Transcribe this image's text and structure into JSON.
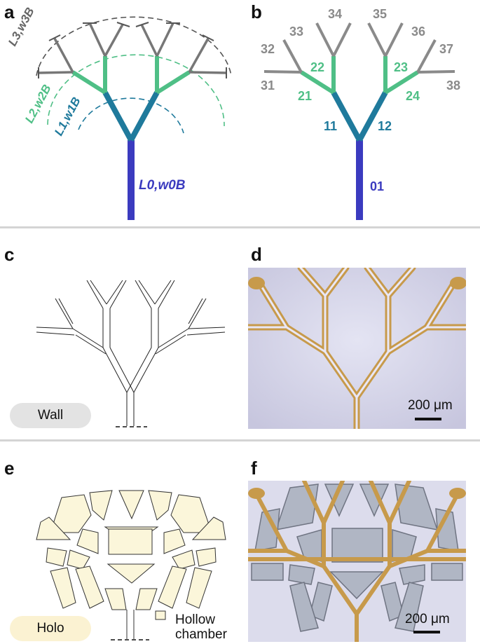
{
  "panels": {
    "a": "a",
    "b": "b",
    "c": "c",
    "d": "d",
    "e": "e",
    "f": "f"
  },
  "panel_a": {
    "labels": {
      "gen0": "L0,w0B",
      "gen1": "L1,w1B",
      "gen2": "L2,w2B",
      "gen3": "L3,w3B"
    },
    "colors": {
      "gen0": "#3b3bbf",
      "gen1": "#1f7a9c",
      "gen2": "#4fbf86",
      "gen3": "#8a8a8a"
    }
  },
  "panel_b": {
    "branch_numbers": {
      "g0": "01",
      "g1": [
        "11",
        "12"
      ],
      "g2": [
        "21",
        "22",
        "23",
        "24"
      ],
      "g3": [
        "31",
        "32",
        "33",
        "34",
        "35",
        "36",
        "37",
        "38"
      ]
    }
  },
  "panel_c": {
    "tag": "Wall"
  },
  "panel_d": {
    "scale": "200 μm"
  },
  "panel_e": {
    "tag": "Holo",
    "legend_line1": "Hollow",
    "legend_line2": "chamber"
  },
  "panel_f": {
    "scale": "200 μm"
  }
}
